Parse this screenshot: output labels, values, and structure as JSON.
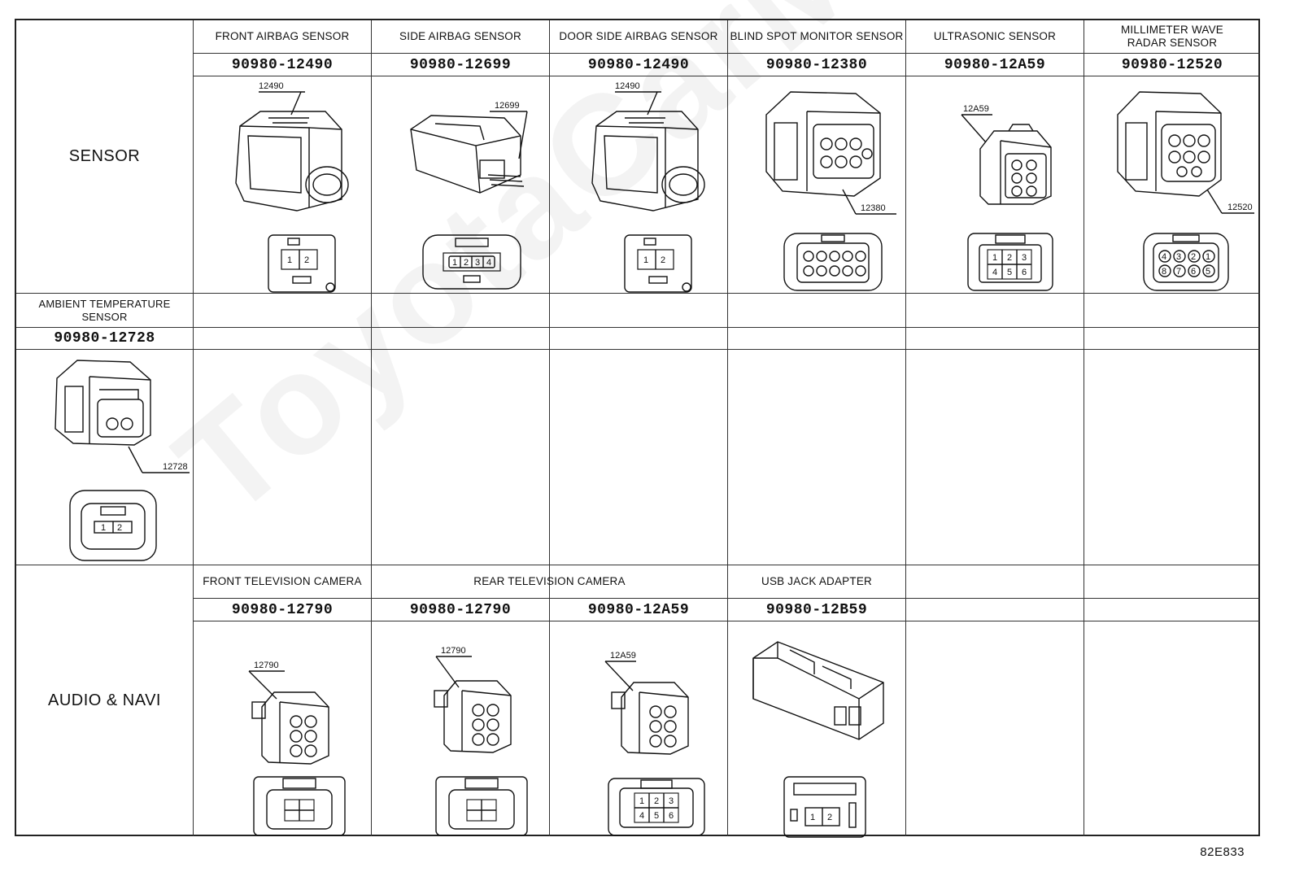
{
  "groups": {
    "sensor": "SENSOR",
    "audio": "AUDIO & NAVI"
  },
  "row1": [
    {
      "title": "FRONT AIRBAG SENSOR",
      "part": "90980-12490",
      "code": "12490",
      "pins": [
        "1",
        "2"
      ]
    },
    {
      "title": "SIDE AIRBAG SENSOR",
      "part": "90980-12699",
      "code": "12699",
      "pins": [
        "1",
        "2",
        "3",
        "4"
      ]
    },
    {
      "title": "DOOR SIDE AIRBAG SENSOR",
      "part": "90980-12490",
      "code": "12490",
      "pins": [
        "1",
        "2"
      ]
    },
    {
      "title": "BLIND SPOT MONITOR SENSOR",
      "part": "90980-12380",
      "code": "12380"
    },
    {
      "title": "ULTRASONIC SENSOR",
      "part": "90980-12A59",
      "code": "12A59",
      "pins": [
        "1",
        "2",
        "3",
        "4",
        "5",
        "6"
      ]
    },
    {
      "title": "MILLIMETER WAVE RADAR SENSOR",
      "title_lines": [
        "MILLIMETER WAVE",
        "RADAR SENSOR"
      ],
      "part": "90980-12520",
      "code": "12520",
      "pins": [
        "4",
        "3",
        "2",
        "1",
        "8",
        "7",
        "6",
        "5"
      ]
    }
  ],
  "row2": [
    {
      "title": "AMBIENT TEMPERATURE SENSOR",
      "title_lines": [
        "AMBIENT TEMPERATURE",
        "SENSOR"
      ],
      "part": "90980-12728",
      "code": "12728",
      "pins": [
        "1",
        "2"
      ]
    }
  ],
  "row3": {
    "front_camera": {
      "title": "FRONT TELEVISION CAMERA",
      "part": "90980-12790",
      "code": "12790"
    },
    "rear_camera": {
      "title": "REAR TELEVISION CAMERA",
      "items": [
        {
          "part": "90980-12790",
          "code": "12790"
        },
        {
          "part": "90980-12A59",
          "code": "12A59",
          "pins": [
            "1",
            "2",
            "3",
            "4",
            "5",
            "6"
          ]
        }
      ]
    },
    "usb_adapter": {
      "title": "USB JACK ADAPTER",
      "part": "90980-12B59",
      "pins": [
        "1",
        "2"
      ]
    }
  },
  "figure_code": "82E833",
  "watermark": "ToyotaCarMine.ru"
}
